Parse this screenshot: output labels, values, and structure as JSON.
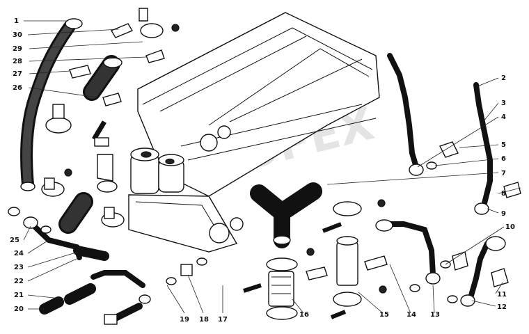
{
  "diagram": {
    "watermark": "OPEX",
    "callouts": [
      {
        "id": "c1",
        "label": "1"
      },
      {
        "id": "c30",
        "label": "30"
      },
      {
        "id": "c29",
        "label": "29"
      },
      {
        "id": "c28",
        "label": "28"
      },
      {
        "id": "c27",
        "label": "27"
      },
      {
        "id": "c26",
        "label": "26"
      },
      {
        "id": "c25",
        "label": "25"
      },
      {
        "id": "c24",
        "label": "24"
      },
      {
        "id": "c23",
        "label": "23"
      },
      {
        "id": "c22",
        "label": "22"
      },
      {
        "id": "c21",
        "label": "21"
      },
      {
        "id": "c20",
        "label": "20"
      },
      {
        "id": "c19",
        "label": "19"
      },
      {
        "id": "c18",
        "label": "18"
      },
      {
        "id": "c17",
        "label": "17"
      },
      {
        "id": "c16",
        "label": "16"
      },
      {
        "id": "c15",
        "label": "15"
      },
      {
        "id": "c14",
        "label": "14"
      },
      {
        "id": "c13",
        "label": "13"
      },
      {
        "id": "c12",
        "label": "12"
      },
      {
        "id": "c11",
        "label": "11"
      },
      {
        "id": "c10",
        "label": "10"
      },
      {
        "id": "c9",
        "label": "9"
      },
      {
        "id": "c8",
        "label": "8"
      },
      {
        "id": "c7",
        "label": "7"
      },
      {
        "id": "c6",
        "label": "6"
      },
      {
        "id": "c5",
        "label": "5"
      },
      {
        "id": "c4",
        "label": "4"
      },
      {
        "id": "c3",
        "label": "3"
      },
      {
        "id": "c2",
        "label": "2"
      }
    ]
  }
}
